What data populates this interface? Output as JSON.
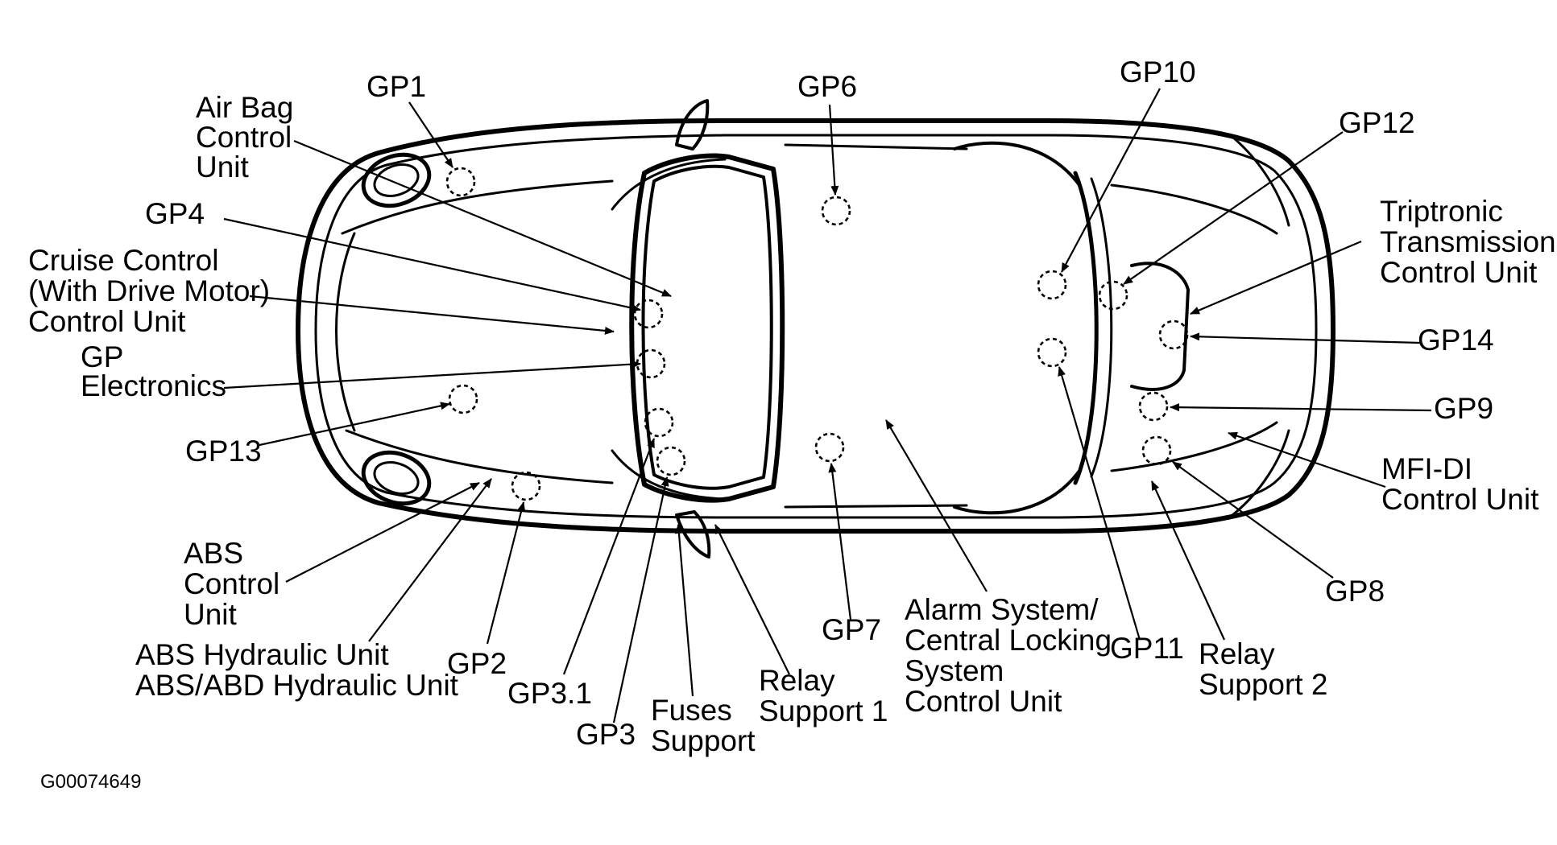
{
  "figure_id": "G00074649",
  "labels": {
    "gp1": "GP1",
    "airbag": [
      "Air Bag",
      "Control",
      "Unit"
    ],
    "gp4": "GP4",
    "cruise": [
      "Cruise Control",
      "(With Drive Motor)",
      "Control Unit"
    ],
    "gp_electronics": [
      "GP",
      "Electronics"
    ],
    "gp13": "GP13",
    "abs_control": [
      "ABS",
      "Control",
      "Unit"
    ],
    "abs_hydraulic": [
      "ABS Hydraulic Unit",
      "ABS/ABD Hydraulic Unit"
    ],
    "gp2": "GP2",
    "gp3_1": "GP3.1",
    "gp3": "GP3",
    "fuses": [
      "Fuses",
      "Support"
    ],
    "relay1": [
      "Relay",
      "Support 1"
    ],
    "gp6": "GP6",
    "gp7": "GP7",
    "alarm": [
      "Alarm System/",
      "Central Locking",
      "System",
      "Control Unit"
    ],
    "gp10": "GP10",
    "gp11": "GP11",
    "gp12": "GP12",
    "relay2": [
      "Relay",
      "Support 2"
    ],
    "triptronic": [
      "Triptronic",
      "Transmission",
      "Control Unit"
    ],
    "gp14": "GP14",
    "gp9": "GP9",
    "mfi": [
      "MFI-DI",
      "Control Unit"
    ],
    "gp8": "GP8"
  }
}
